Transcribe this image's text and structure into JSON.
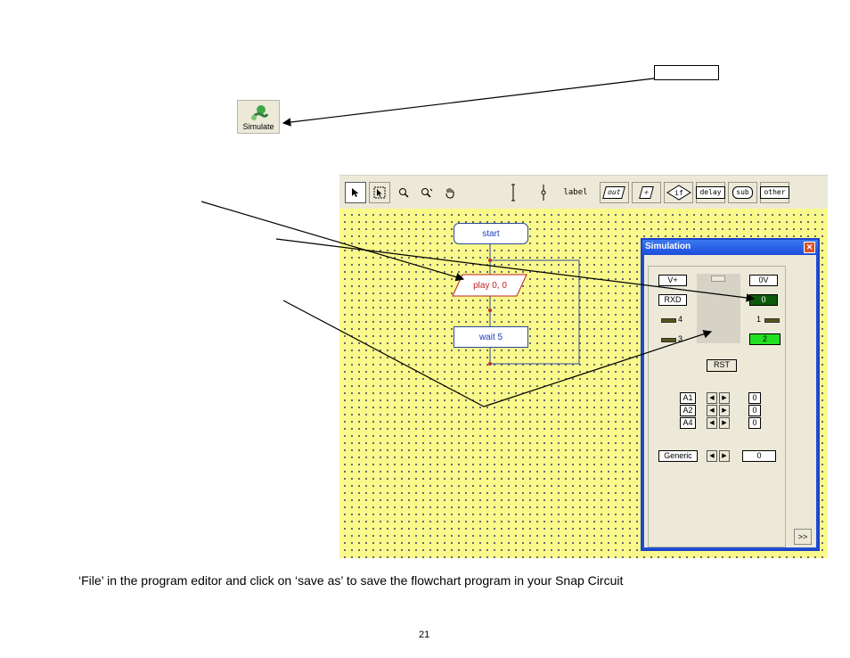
{
  "simulate_button": {
    "label": "Simulate",
    "icon": "simulate-icon"
  },
  "toolbar": {
    "tools": [
      {
        "name": "pointer-icon",
        "label": "▲"
      },
      {
        "name": "select-pointer-icon",
        "label": "▲"
      },
      {
        "name": "zoom-in-icon",
        "label": "⚲"
      },
      {
        "name": "zoom-out-icon",
        "label": "⚲"
      },
      {
        "name": "hand-icon",
        "label": "✋"
      },
      {
        "name": "connector-icon",
        "label": "I"
      },
      {
        "name": "split-connector-icon",
        "label": "⇕"
      }
    ],
    "label_tool": "label",
    "out_tool": "out",
    "input_tool": "✛",
    "if_tool": "if",
    "delay_tool": "delay",
    "sub_tool": "sub",
    "other_tool": "other"
  },
  "flowchart": {
    "start": "start",
    "play": "play  0, 0",
    "wait": "wait 5"
  },
  "simulation": {
    "title": "Simulation",
    "close": "✕",
    "vplus": "V+",
    "rxd": "RXD",
    "zero_v": "0V",
    "out0": "0",
    "in4": "4",
    "out1": "1",
    "in3": "3",
    "out2": "2",
    "rst": "RST",
    "analog": [
      {
        "label": "A1",
        "value": "0"
      },
      {
        "label": "A2",
        "value": "0"
      },
      {
        "label": "A4",
        "value": "0"
      }
    ],
    "generic_label": "Generic",
    "generic_value": "0",
    "expand": ">>",
    "arrow_left": "◀",
    "arrow_right": "▶"
  },
  "caption": "‘File’ in the program editor and click on ‘save as’ to save the flowchart program in your Snap Circuit",
  "page_number": "21"
}
